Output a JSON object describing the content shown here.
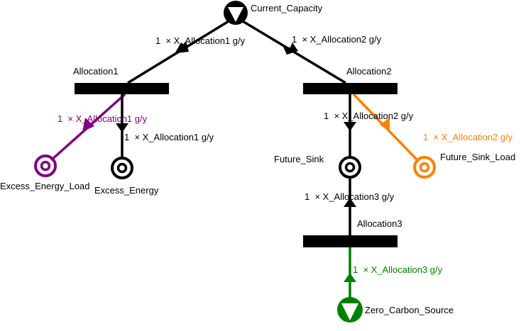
{
  "colors": {
    "default": "#000000",
    "excess_energy_load": "#800080",
    "future_sink_load": "#ff8000",
    "zero_carbon_source": "#008000",
    "background": "#ffffff"
  },
  "nodes": {
    "current_capacity": {
      "label": "Current_Capacity",
      "kind": "source",
      "color": "#000000"
    },
    "allocation1": {
      "label": "Allocation1",
      "kind": "transition"
    },
    "allocation2": {
      "label": "Allocation2",
      "kind": "transition"
    },
    "allocation3": {
      "label": "Allocation3",
      "kind": "transition"
    },
    "excess_energy_load": {
      "label": "Excess_Energy_Load",
      "kind": "sink",
      "color": "#800080"
    },
    "excess_energy": {
      "label": "Excess_Energy",
      "kind": "sink",
      "color": "#000000"
    },
    "future_sink": {
      "label": "Future_Sink",
      "kind": "sink",
      "color": "#000000"
    },
    "future_sink_load": {
      "label": "Future_Sink_Load",
      "kind": "sink",
      "color": "#ff8000"
    },
    "zero_carbon_source": {
      "label": "Zero_Carbon_Source",
      "kind": "source",
      "color": "#008000"
    }
  },
  "edges": [
    {
      "id": "cc-a1",
      "from": "Current_Capacity",
      "to": "Allocation1",
      "label": "1  × X_Allocation1 g/y",
      "color": "#000000"
    },
    {
      "id": "cc-a2",
      "from": "Current_Capacity",
      "to": "Allocation2",
      "label": "1  × X_Allocation2 g/y",
      "color": "#000000"
    },
    {
      "id": "a1-eel",
      "from": "Allocation1",
      "to": "Excess_Energy_Load",
      "label": "1  × X_Allocation1 g/y",
      "color": "#800080"
    },
    {
      "id": "a1-ee",
      "from": "Allocation1",
      "to": "Excess_Energy",
      "label": "1  × X_Allocation1 g/y",
      "color": "#000000"
    },
    {
      "id": "a2-fs",
      "from": "Allocation2",
      "to": "Future_Sink",
      "label": "1  × X_Allocation2 g/y",
      "color": "#000000"
    },
    {
      "id": "a2-fsl",
      "from": "Allocation2",
      "to": "Future_Sink_Load",
      "label": "1  × X_Allocation2 g/y",
      "color": "#ff8000"
    },
    {
      "id": "a3-fs",
      "from": "Allocation3",
      "to": "Future_Sink",
      "label": "1  × X_Allocation3 g/y",
      "color": "#000000"
    },
    {
      "id": "zcs-a3",
      "from": "Zero_Carbon_Source",
      "to": "Allocation3",
      "label": "1  × X_Allocation3 g/y",
      "color": "#008000"
    }
  ]
}
